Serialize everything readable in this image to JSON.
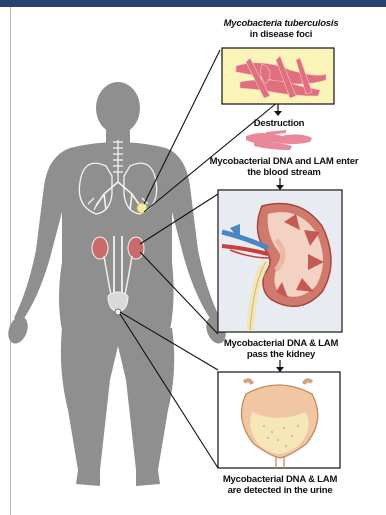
{
  "labels": {
    "top_line1": "Mycobacteria tuberculosis",
    "top_line2": "in disease foci",
    "destruction": "Destruction",
    "blood_line1": "Mycobacterial DNA and LAM enter",
    "blood_line2": "the blood stream",
    "kidney_line1": "Mycobacterial DNA & LAM",
    "kidney_line2": "pass the kidney",
    "urine_line1": "Mycobacterial DNA & LAM",
    "urine_line2": "are detected in the urine"
  },
  "colors": {
    "header_bar": "#26456e",
    "body_silhouette": "#8f8f8f",
    "lung_outline": "#f5f5f5",
    "kidney": "#c96b6b",
    "bacteria": "#e0707e",
    "highlight_box": "#fbf4b8",
    "connector_line": "#111111"
  }
}
